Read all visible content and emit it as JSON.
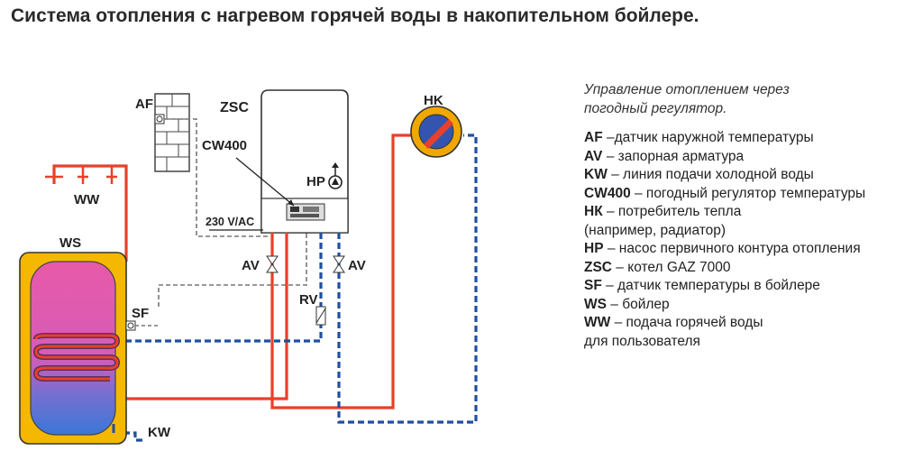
{
  "title": "Система отопления с нагревом горячей воды в накопительном бойлере.",
  "labels": {
    "af": "AF",
    "zsc": "ZSC",
    "cw400": "CW400",
    "hp": "HP",
    "hk": "HK",
    "voltage": "230 V/AC",
    "ww": "WW",
    "ws": "WS",
    "sf": "SF",
    "av_left": "AV",
    "av_right": "AV",
    "rv": "RV",
    "kw": "KW"
  },
  "legend": {
    "intro": [
      "Управление отоплением через",
      "погодный регулятор."
    ],
    "items": [
      {
        "key": "AF",
        "text": " –датчик наружной температуры"
      },
      {
        "key": "AV",
        "text": " – запорная арматура"
      },
      {
        "key": "KW",
        "text": " – линия подачи холодной воды"
      },
      {
        "key": "CW400",
        "text": " – погодный регулятор температуры"
      },
      {
        "key": "НК",
        "text": " – потребитель тепла"
      },
      {
        "key": "",
        "text": "(например, радиатор)"
      },
      {
        "key": "HP",
        "text": " – насос первичного контура отопления"
      },
      {
        "key": "ZSC",
        "text": " – котел GAZ 7000"
      },
      {
        "key": "SF",
        "text": " – датчик температуры в бойлере"
      },
      {
        "key": "WS",
        "text": " – бойлер"
      },
      {
        "key": "WW",
        "text": " – подача горячей воды"
      },
      {
        "key": "",
        "text": "для пользователя"
      }
    ]
  },
  "colors": {
    "supply_line": "#e8402a",
    "return_line": "#1f4fa0",
    "tank_shell": "#f5b800",
    "tank_hot": "#e85aa8",
    "tank_cold": "#3a78d8",
    "radiator_ring": "#f0a800",
    "control_line": "#777777"
  }
}
